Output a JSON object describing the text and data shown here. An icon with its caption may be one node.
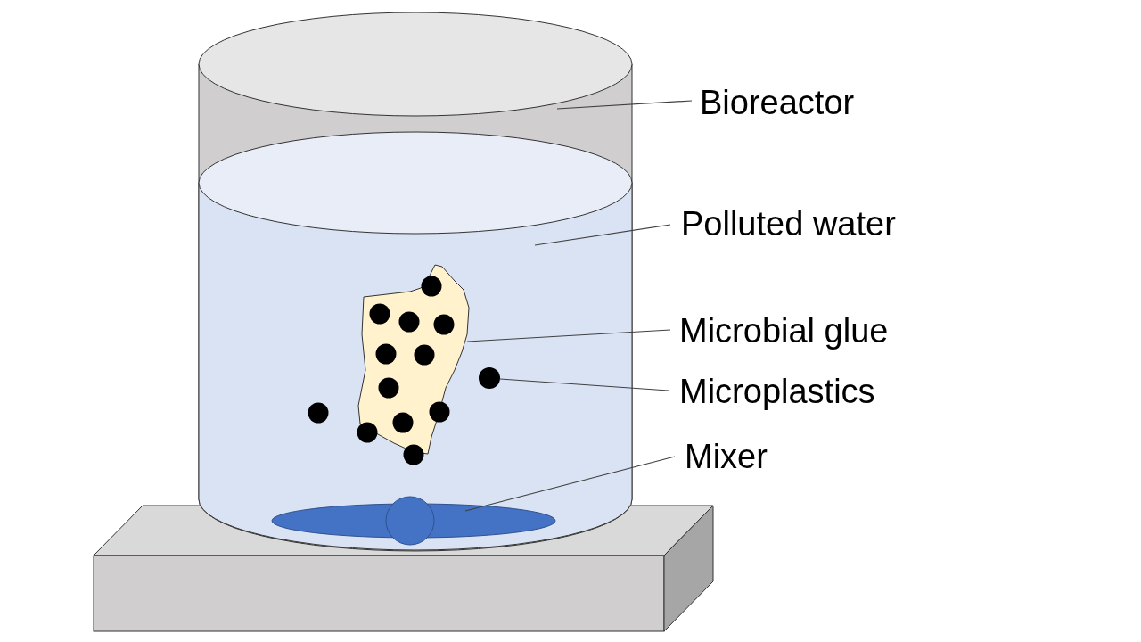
{
  "diagram": {
    "nodes": [
      {
        "text": [],
        "shape": "cylinder"
      },
      {
        "text": [],
        "shape": "cylinder",
        "in": 0
      },
      {
        "text": [],
        "shape": "blob",
        "in": 1
      },
      {
        "text": [],
        "shape": "circle",
        "in": 1
      },
      {
        "text": [],
        "shape": "ellipse",
        "in": 1
      },
      {
        "text": [
          "Bioreactor"
        ]
      },
      {
        "text": [
          "Polluted water"
        ]
      },
      {
        "text": [
          "Microbial glue"
        ]
      },
      {
        "text": [
          "Microplastics"
        ]
      },
      {
        "text": [
          "Mixer"
        ]
      }
    ],
    "edges": [
      {
        "from": 5,
        "to": 0,
        "arrow": "none"
      },
      {
        "from": 6,
        "to": 1,
        "arrow": "none"
      },
      {
        "from": 7,
        "to": 2,
        "arrow": "none"
      },
      {
        "from": 8,
        "to": 3,
        "arrow": "none"
      },
      {
        "from": 9,
        "to": 4,
        "arrow": "none"
      }
    ]
  }
}
